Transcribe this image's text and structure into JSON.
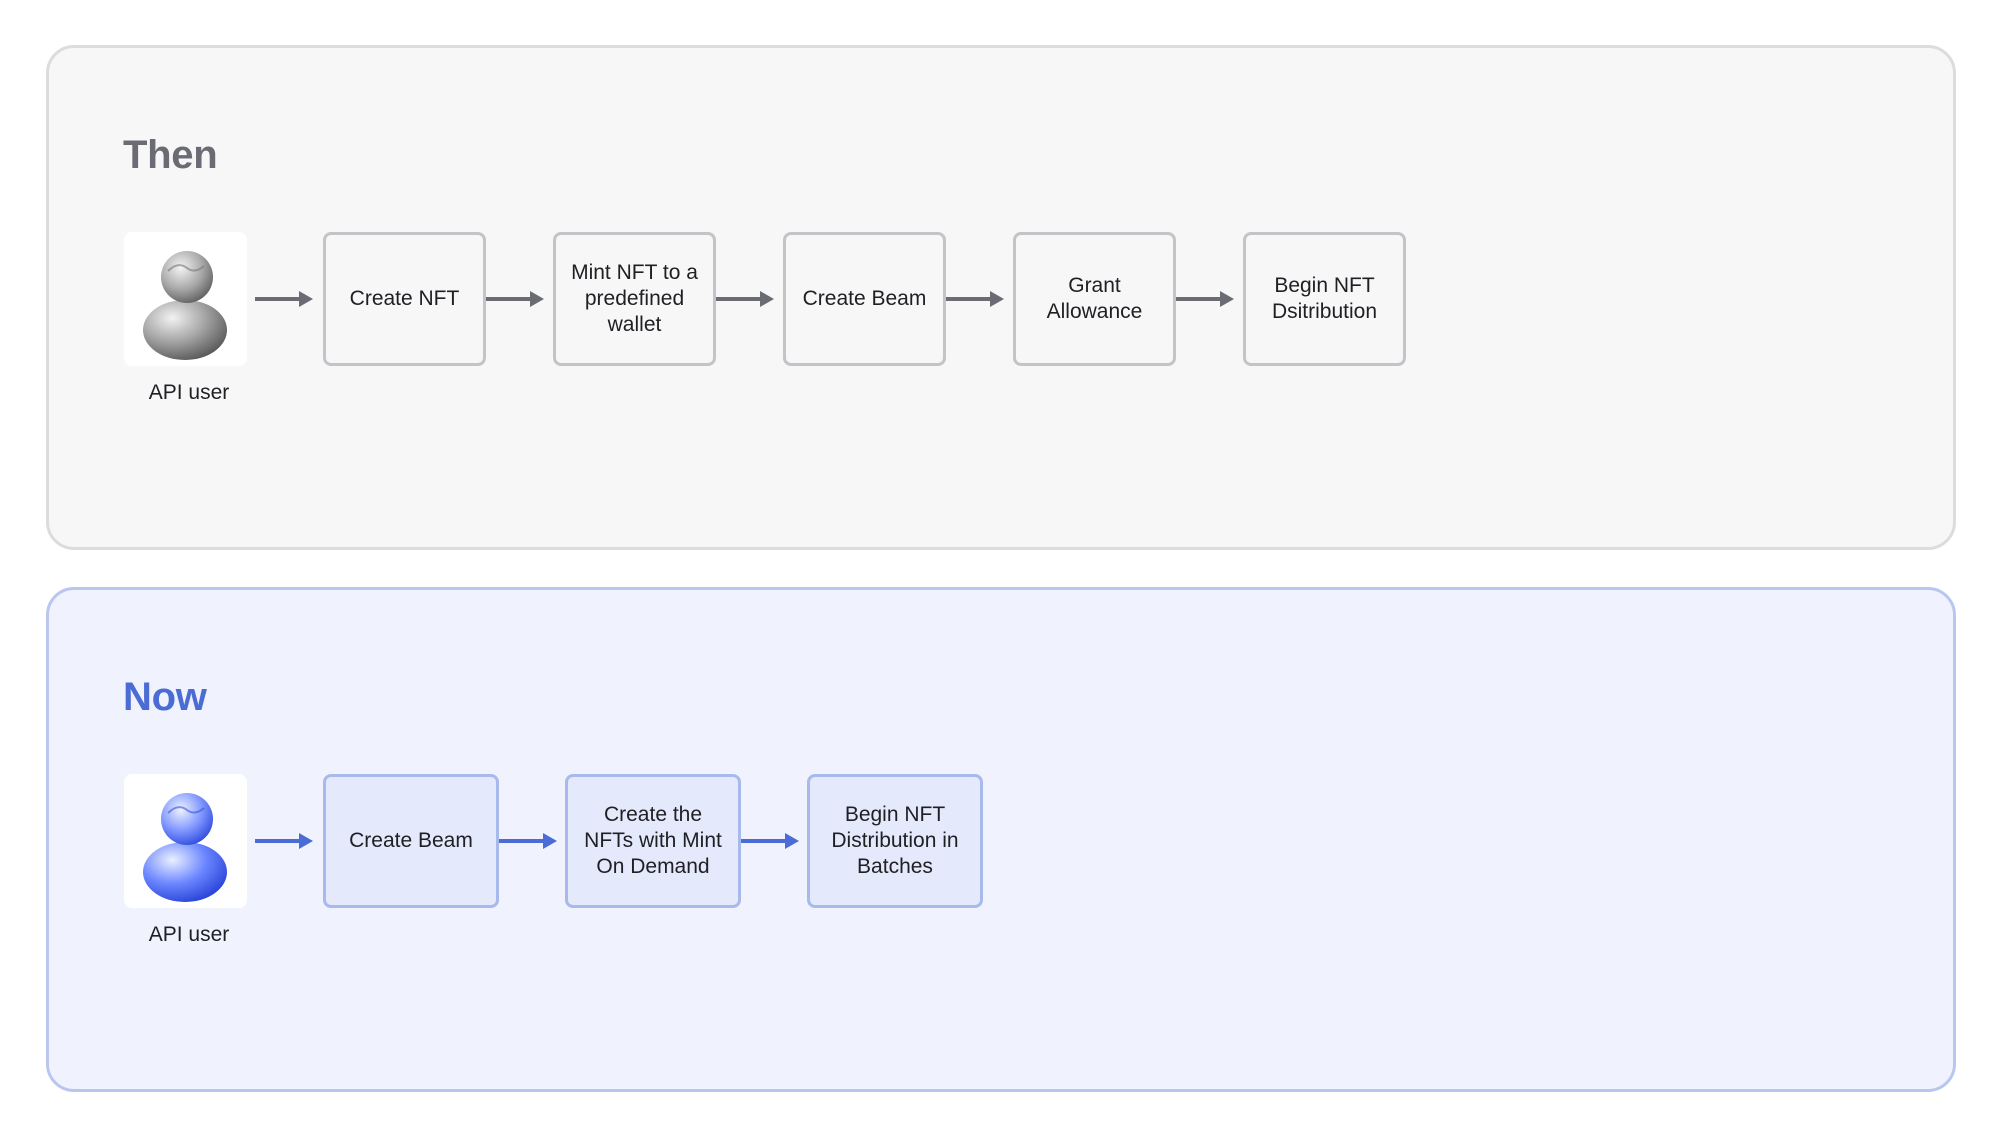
{
  "then": {
    "title": "Then",
    "user_label": "API user",
    "steps": [
      "Create NFT",
      "Mint NFT to a predefined wallet",
      "Create Beam",
      "Grant Allowance",
      "Begin NFT Dsitribution"
    ],
    "arrow_color": "#6b6b74"
  },
  "now": {
    "title": "Now",
    "user_label": "API user",
    "steps": [
      "Create Beam",
      "Create the NFTs with Mint On Demand",
      "Begin NFT Distribution in Batches"
    ],
    "arrow_color": "#4a6cd4"
  },
  "icons": {
    "user": "user-avatar-icon",
    "arrow": "arrow-right-icon"
  },
  "colors": {
    "then_panel_bg": "#f7f7f8",
    "now_panel_bg": "#f0f3fd",
    "then_accent": "#6b6b74",
    "now_accent": "#4a6cd4"
  }
}
